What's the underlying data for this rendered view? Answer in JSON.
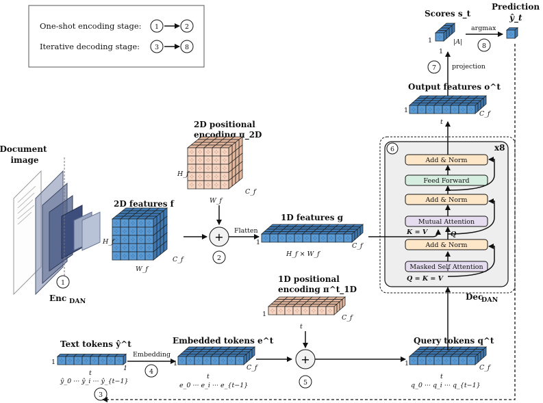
{
  "legend": {
    "stage1": "One-shot encoding stage:",
    "stage1_from": "1",
    "stage1_to": "2",
    "stage2": "Iterative decoding stage:",
    "stage2_from": "3",
    "stage2_to": "8"
  },
  "input": {
    "title1": "Document",
    "title2": "image",
    "encoder": "Enc",
    "encoder_sub": "DAN",
    "step": "1"
  },
  "features2d": {
    "title": "2D features f",
    "h": "H_f",
    "w": "W_f",
    "c": "C_f"
  },
  "pos2d": {
    "title1": "2D positional",
    "title2": "encoding π_2D",
    "h": "H_f",
    "w": "W_f",
    "c": "C_f"
  },
  "add1": {
    "step": "2",
    "op": "+",
    "arrow": "Flatten"
  },
  "features1d": {
    "title": "1D features g",
    "one": "1",
    "w": "H_f × W_f",
    "c": "C_f"
  },
  "pos1d": {
    "title1": "1D positional",
    "title2": "encoding π^t_1D",
    "one": "1",
    "t": "t",
    "c": "C_f"
  },
  "text_tokens": {
    "title": "Text tokens ŷ^t",
    "one": "1",
    "t": "t",
    "seq": "ŷ_0 ··· ŷ_i ··· ŷ_{t−1}",
    "step": "3"
  },
  "embedding": {
    "arrow": "Embedding",
    "step": "4"
  },
  "embedded": {
    "title": "Embedded tokens e^t",
    "one": "1",
    "t": "t",
    "c": "C_f",
    "seq": "e_0 ··· e_i ··· e_{t−1}"
  },
  "add2": {
    "step": "5",
    "op": "+"
  },
  "query": {
    "title": "Query tokens q^t",
    "one": "1",
    "t": "t",
    "c": "C_f",
    "seq": "q_0 ··· q_i ··· q_{t−1}"
  },
  "decoder": {
    "step": "6",
    "repeat": "x8",
    "name": "Dec",
    "name_sub": "DAN",
    "blocks": [
      "Add & Norm",
      "Feed Forward",
      "Add & Norm",
      "Mutual Attention",
      "Add & Norm",
      "Masked Self Attention"
    ],
    "kv": "K = V",
    "q": "Q",
    "qkv": "Q = K = V"
  },
  "output": {
    "title": "Output features o^t",
    "one": "1",
    "t": "t",
    "c": "C_f"
  },
  "projection": {
    "label": "projection",
    "step": "7"
  },
  "scores": {
    "title": "Scores s_t",
    "one_a": "1",
    "one_b": "1",
    "a": "|A|"
  },
  "argmax": {
    "label": "argmax",
    "step": "8"
  },
  "prediction": {
    "title": "Prediction",
    "symbol": "ŷ_t"
  },
  "colors": {
    "blue": "#5b9bd5",
    "blue_dark": "#3d7ab5",
    "peach": "#f7d7c4",
    "peach_dark": "#e4b89e",
    "add_norm": "#fde7c8",
    "feed_forward": "#d5eedf",
    "attention": "#e6dcf0",
    "decoder_bg": "#eeeeee"
  }
}
